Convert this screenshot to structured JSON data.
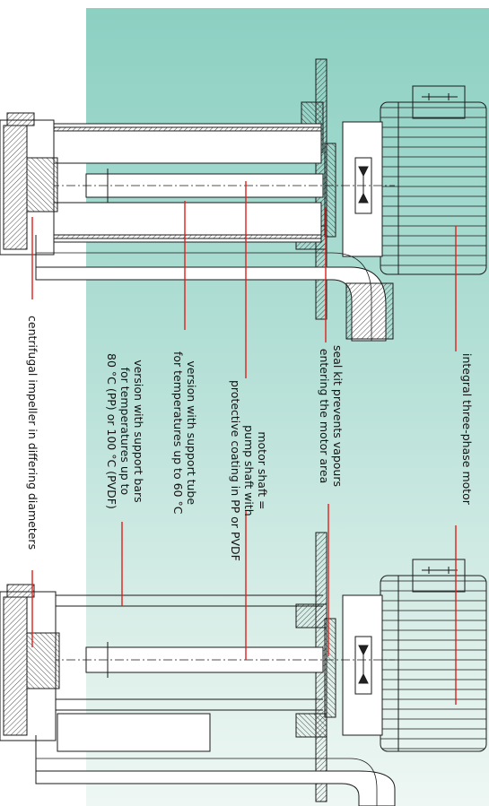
{
  "colors": {
    "background_accent": "#8cd0c2",
    "callout_lines": "#e0201c",
    "drawing_lines": "#1a1a1a"
  },
  "callouts": {
    "motor": {
      "text": "integral three-phase motor"
    },
    "seal": {
      "lines": [
        "seal kit prevents vapours",
        "entering the motor area"
      ]
    },
    "shaft": {
      "lines": [
        "motor shaft =",
        "pump shaft with",
        "protective coating in PP or PVDF"
      ]
    },
    "support_tube": {
      "lines": [
        "version with support tube",
        "for temperatures up to 60 °C"
      ]
    },
    "support_bars": {
      "lines": [
        "version with support bars",
        "for temperatures up to",
        "80 °C (PP) or 100 °C (PVDF)"
      ]
    },
    "impeller": {
      "text": "centrifugal impeller in differing diameters"
    }
  },
  "drawings": {
    "upper_pump": {
      "name": "pump-drawing-upper"
    },
    "lower_pump": {
      "name": "pump-drawing-lower"
    }
  }
}
